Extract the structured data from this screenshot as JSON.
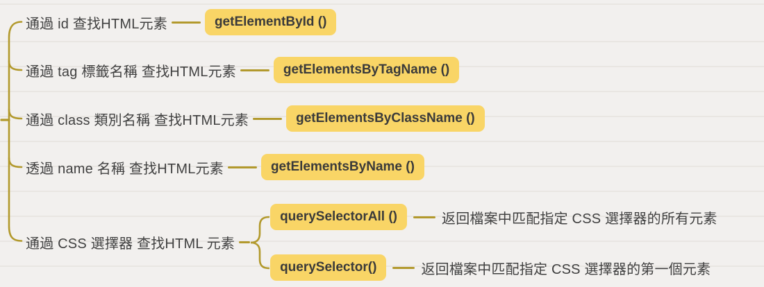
{
  "colors": {
    "background": "#f2f0ee",
    "ruled_line": "#e9e6e2",
    "connector": "#b2992c",
    "node_background": "#f9d566",
    "node_text": "#3a3a3a",
    "label_text": "#404040"
  },
  "mindmap": {
    "branches": [
      {
        "label": "通過 id 查找HTML元素",
        "method": "getElementById ()"
      },
      {
        "label": "通過 tag 標籤名稱 查找HTML元素",
        "method": "getElementsByTagName ()"
      },
      {
        "label": "通過 class 類別名稱 查找HTML元素",
        "method": "getElementsByClassName ()"
      },
      {
        "label": "透過 name 名稱 查找HTML元素",
        "method": "getElementsByName ()"
      },
      {
        "label": "通過 CSS 選擇器 查找HTML 元素",
        "children": [
          {
            "method": "querySelectorAll ()",
            "description": "返回檔案中匹配指定 CSS 選擇器的所有元素"
          },
          {
            "method": "querySelector()",
            "description": "返回檔案中匹配指定 CSS 選擇器的第一個元素"
          }
        ]
      }
    ]
  }
}
